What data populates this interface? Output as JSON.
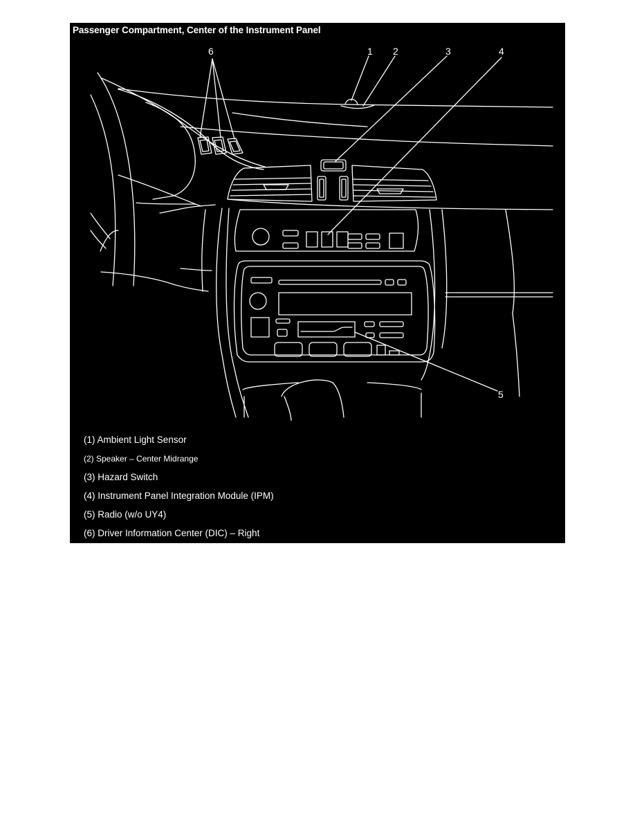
{
  "title": "Passenger Compartment, Center of the Instrument Panel",
  "callouts": [
    "1",
    "2",
    "3",
    "4",
    "5",
    "6"
  ],
  "legend": [
    "(1) Ambient Light Sensor",
    "(2) Speaker – Center Midrange",
    "(3) Hazard Switch",
    "(4) Instrument Panel Integration Module (IPM)",
    "(5) Radio (w/o UY4)",
    "(6) Driver Information Center (DIC) – Right"
  ],
  "colors": {
    "background": "#000000",
    "line": "#ffffff",
    "page": "#ffffff"
  }
}
